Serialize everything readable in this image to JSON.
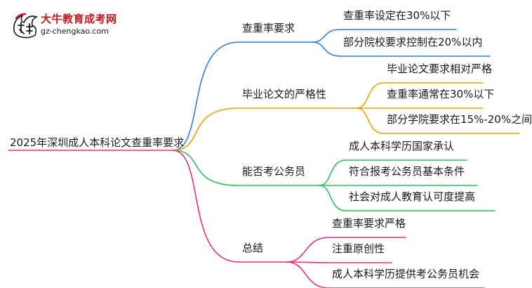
{
  "logo": {
    "title": "大牛教育成考网",
    "url": "gz-chengkao.com",
    "mark_text": "大牛"
  },
  "root": {
    "label": "2025年深圳成人本科论文查重率要求"
  },
  "branches": [
    {
      "label": "查重率要求",
      "color": "#2f7ee6",
      "children": [
        "查重率设定在30%以下",
        "部分院校要求控制在20%以内"
      ]
    },
    {
      "label": "毕业论文的严格性",
      "color": "#e9a300",
      "children": [
        "毕业论文要求相对严格",
        "查重率通常在30%以下",
        "部分学院要求在15%-20%之间"
      ]
    },
    {
      "label": "能否考公务员",
      "color": "#2fbf5a",
      "children": [
        "成人本科学历国家承认",
        "符合报考公务员基本条件",
        "社会对成人教育认可度提高"
      ]
    },
    {
      "label": "总结",
      "color": "#e8307a",
      "children": [
        "查重率要求严格",
        "注重原创性",
        "成人本科学历提供考公务员机会"
      ]
    }
  ]
}
